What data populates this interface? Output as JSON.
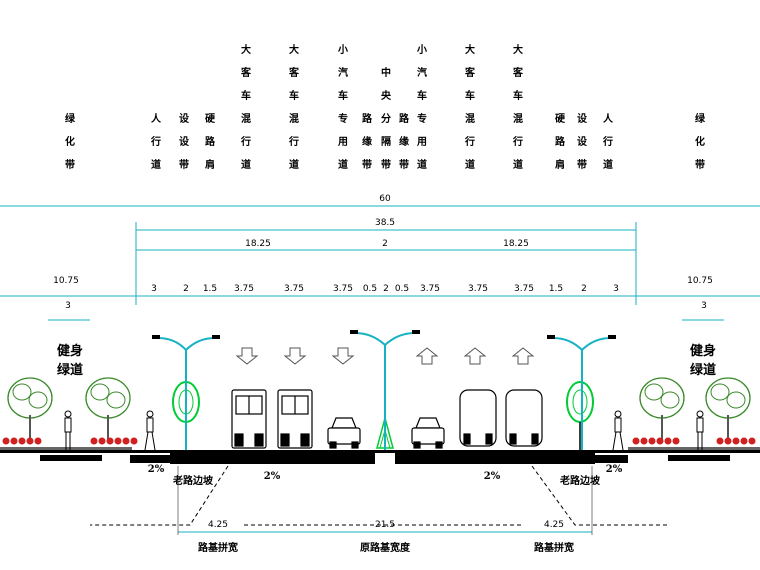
{
  "header_columns": [
    {
      "key": "green-belt-left",
      "chars": [
        "绿",
        "化",
        "带"
      ]
    },
    {
      "key": "sidewalk-left",
      "chars": [
        "人",
        "行",
        "道"
      ]
    },
    {
      "key": "facility-belt-left",
      "chars": [
        "设",
        "设",
        "带"
      ]
    },
    {
      "key": "hard-shoulder-left",
      "chars": [
        "硬",
        "路",
        "肩"
      ]
    },
    {
      "key": "bus-lane-1-left",
      "chars": [
        "大",
        "客",
        "车",
        "混",
        "行",
        "道"
      ]
    },
    {
      "key": "bus-lane-2-left",
      "chars": [
        "大",
        "客",
        "车",
        "混",
        "行",
        "道"
      ]
    },
    {
      "key": "car-lane-left",
      "chars": [
        "小",
        "汽",
        "车",
        "专",
        "用",
        "道"
      ]
    },
    {
      "key": "curb-left",
      "chars": [
        "路",
        "缘",
        "带"
      ]
    },
    {
      "key": "median",
      "chars": [
        "中",
        "央",
        "分",
        "隔",
        "带"
      ]
    },
    {
      "key": "curb-right",
      "chars": [
        "路",
        "缘",
        "带"
      ]
    },
    {
      "key": "car-lane-right",
      "chars": [
        "小",
        "汽",
        "车",
        "专",
        "用",
        "道"
      ]
    },
    {
      "key": "bus-lane-1-right",
      "chars": [
        "大",
        "客",
        "车",
        "混",
        "行",
        "道"
      ]
    },
    {
      "key": "bus-lane-2-right",
      "chars": [
        "大",
        "客",
        "车",
        "混",
        "行",
        "道"
      ]
    },
    {
      "key": "hard-shoulder-right",
      "chars": [
        "硬",
        "路",
        "肩"
      ]
    },
    {
      "key": "facility-belt-right",
      "chars": [
        "设",
        "设",
        "带"
      ]
    },
    {
      "key": "sidewalk-right",
      "chars": [
        "人",
        "行",
        "道"
      ]
    },
    {
      "key": "green-belt-right",
      "chars": [
        "绿",
        "化",
        "带"
      ]
    }
  ],
  "dimensions": {
    "total": "60",
    "carriageway": "38.5",
    "half_left": "18.25",
    "median_top": "2",
    "half_right": "18.25",
    "green_left": "10.75",
    "green_right": "10.75",
    "green_left_inner": "3",
    "green_right_inner": "3",
    "segments": [
      "3",
      "2",
      "1.5",
      "3.75",
      "3.75",
      "3.75",
      "0.5",
      "2",
      "0.5",
      "3.75",
      "3.75",
      "3.75",
      "1.5",
      "2",
      "3"
    ]
  },
  "labels": {
    "fitness_left": [
      "健身",
      "绿道"
    ],
    "fitness_right": [
      "健身",
      "绿道"
    ],
    "slope_left": "2%",
    "slope_mid_left": "2%",
    "slope_mid_right": "2%",
    "slope_right": "2%",
    "old_edge_left": "老路边坡",
    "old_edge_right": "老路边坡",
    "widen_left_value": "4.25",
    "widen_mid_value": "21.5",
    "widen_right_value": "4.25",
    "widen_left_label": "路基拼宽",
    "widen_mid_label": "原路基宽度",
    "widen_right_label": "路基拼宽"
  },
  "colors": {
    "dim_line": "#17b2c2",
    "lamp": "#17b2c2",
    "tree_green": "#00cc33",
    "flower_red": "#d02020",
    "road": "#000000"
  }
}
